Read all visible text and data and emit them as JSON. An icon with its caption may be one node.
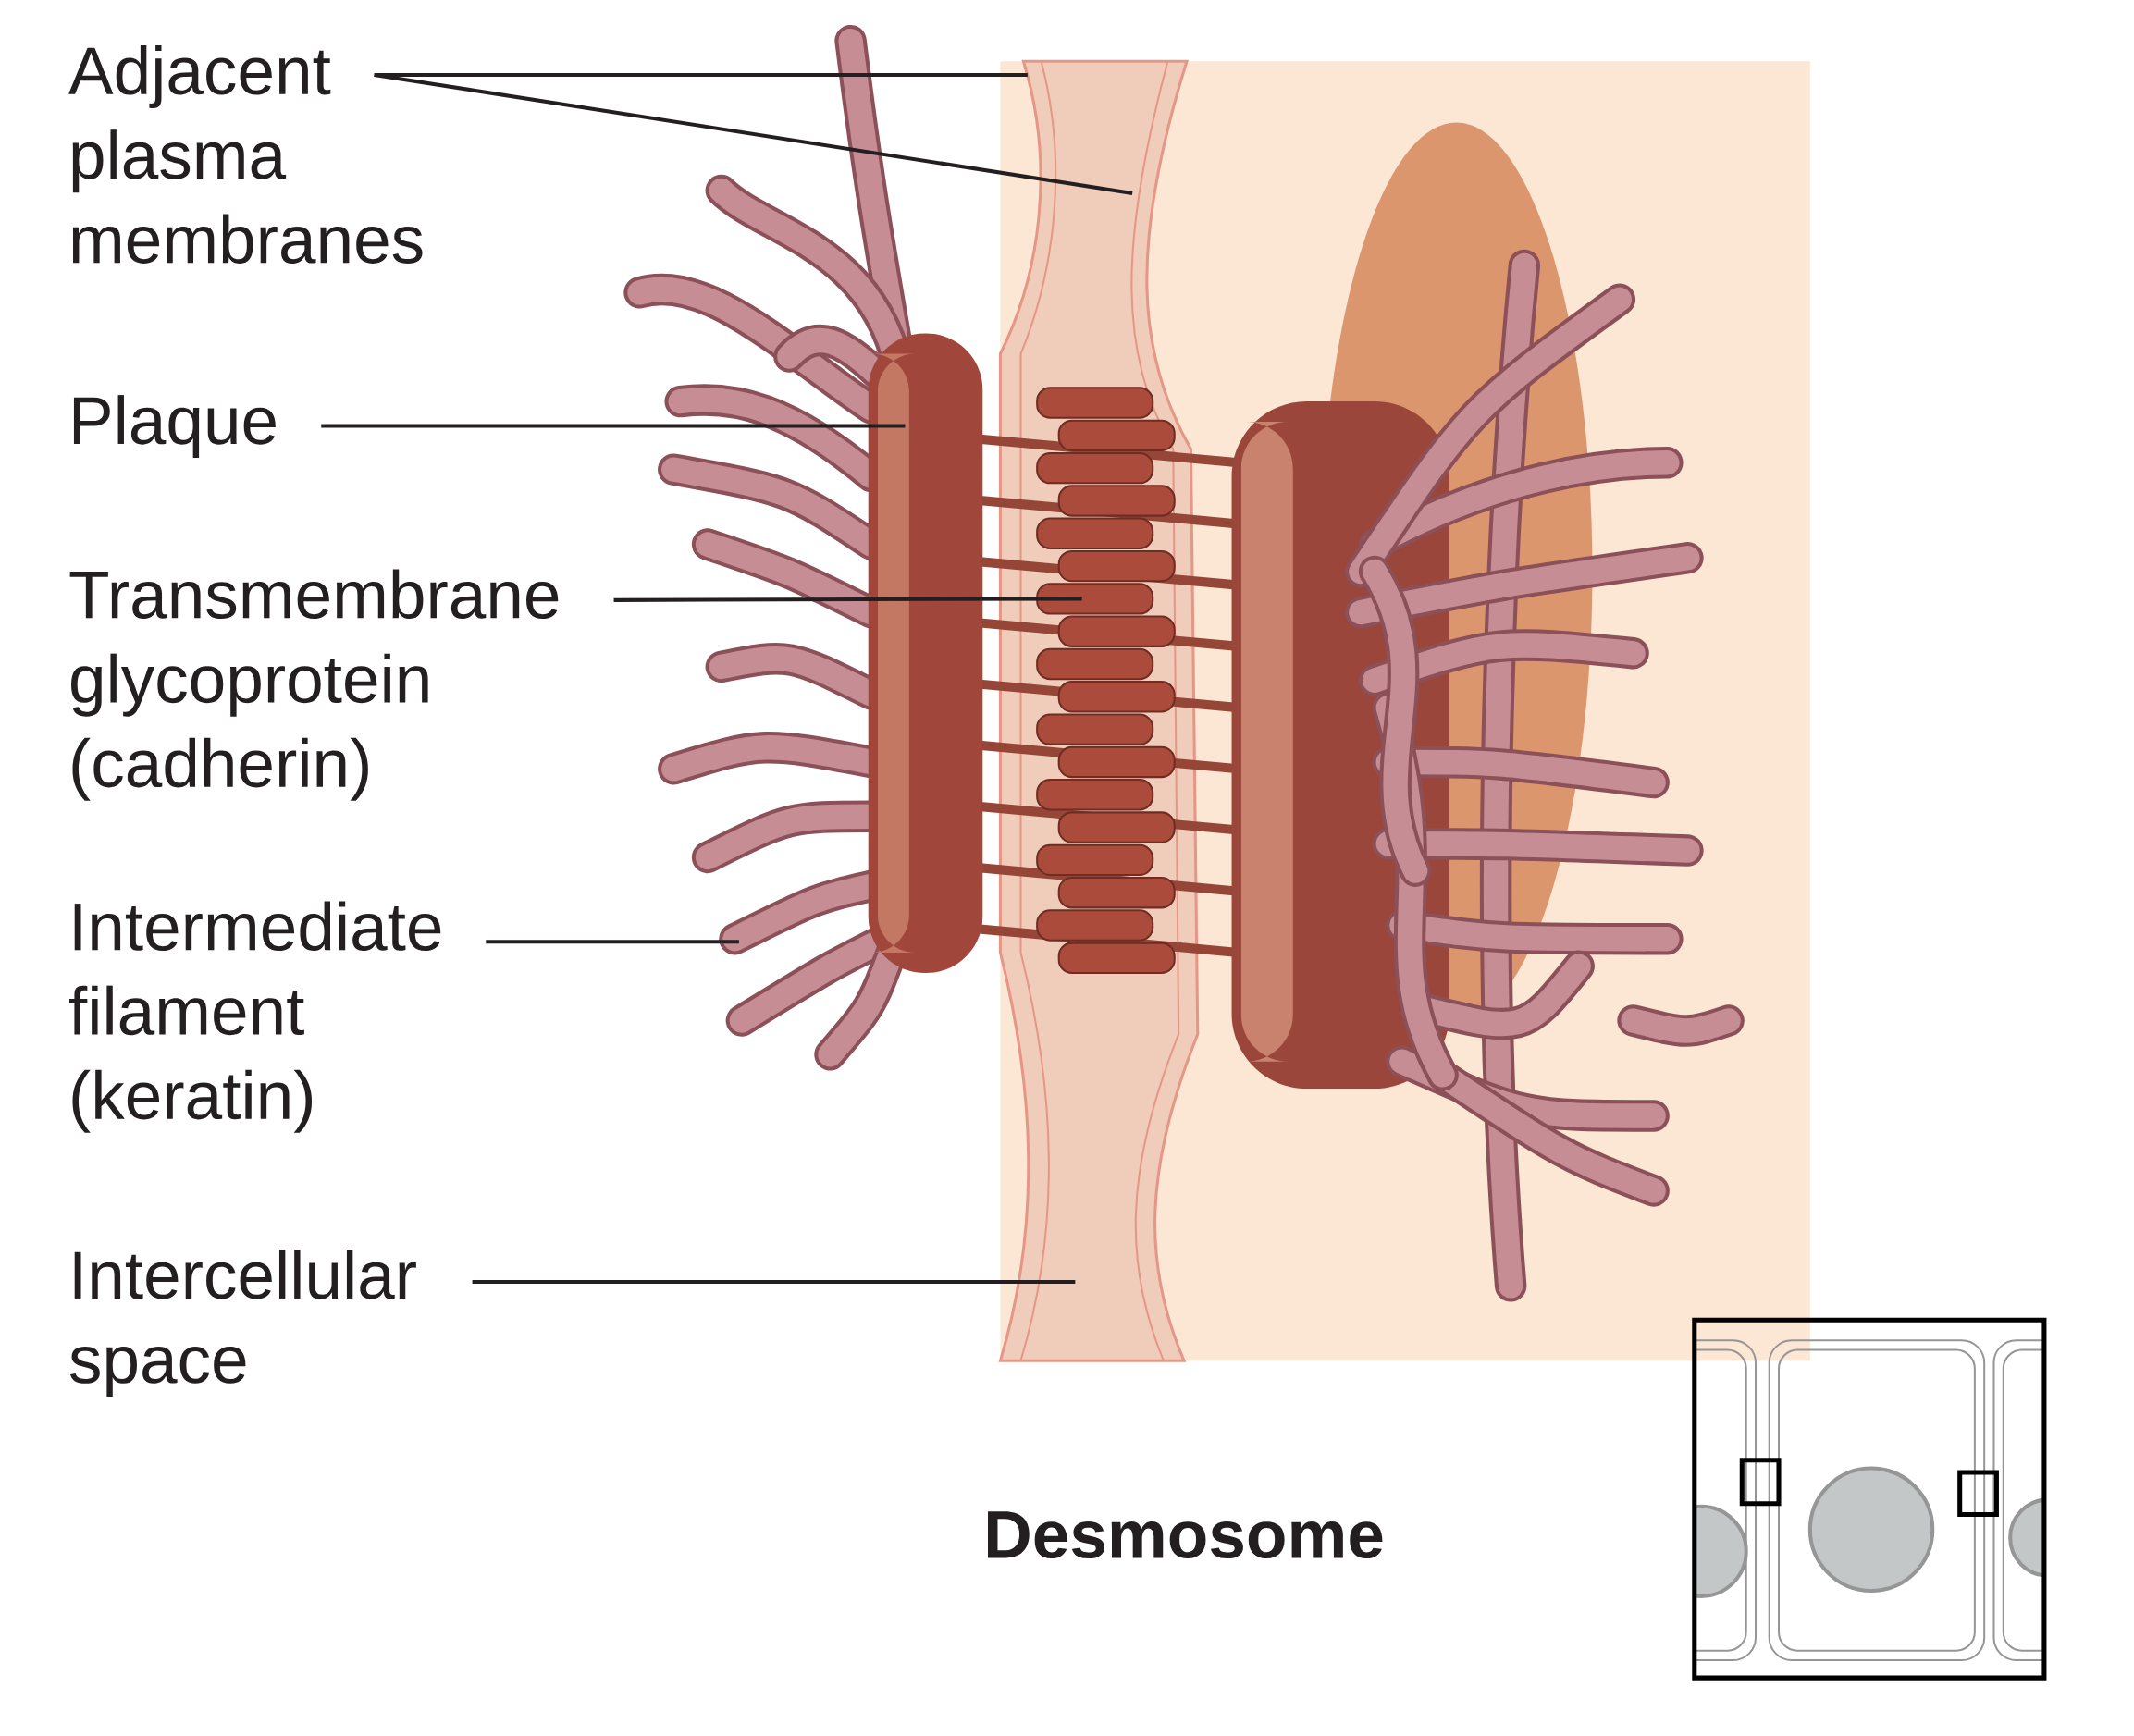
{
  "diagram": {
    "title": "Desmosome",
    "nodes": [
      {
        "text": [
          "Adjacent plasma membranes"
        ]
      },
      {
        "text": [
          "Plaque"
        ]
      },
      {
        "text": [
          "Transmembrane glycoprotein (cadherin)"
        ]
      },
      {
        "text": [
          "Intermediate filament (keratin)"
        ]
      },
      {
        "text": [
          "Intercellular space"
        ]
      }
    ],
    "edges": [
      {
        "from": 0,
        "to": null,
        "arrow": "none"
      },
      {
        "from": 0,
        "to": null,
        "arrow": "none"
      },
      {
        "from": 1,
        "to": null,
        "arrow": "none"
      },
      {
        "from": 2,
        "to": null,
        "arrow": "none"
      },
      {
        "from": 3,
        "to": null,
        "arrow": "none"
      },
      {
        "from": 4,
        "to": null,
        "arrow": "none"
      }
    ]
  }
}
